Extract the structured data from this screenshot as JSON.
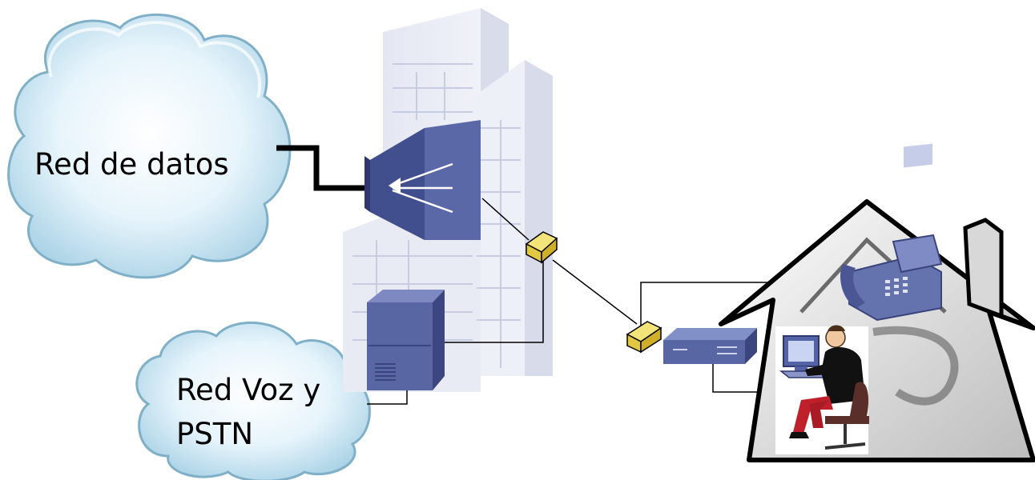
{
  "diagram": {
    "clouds": [
      {
        "label_lines": [
          "Red de datos"
        ]
      },
      {
        "label_lines": [
          "Red Voz y",
          "PSTN"
        ]
      }
    ],
    "colors": {
      "cloud_fill": "#dceff8",
      "cloud_edge": "#8fbad0",
      "device_blue": "#5a68a8",
      "device_blue_dark": "#3b467e",
      "building": "#eceef6",
      "modem_yellow": "#f3e47a",
      "line": "#000000"
    },
    "icons": [
      "cloud-icon",
      "building-icon",
      "router-icon",
      "server-icon",
      "modem-icon",
      "dsl-device-icon",
      "house-icon",
      "telephone-icon",
      "computer-icon",
      "person-icon",
      "chair-icon"
    ]
  }
}
